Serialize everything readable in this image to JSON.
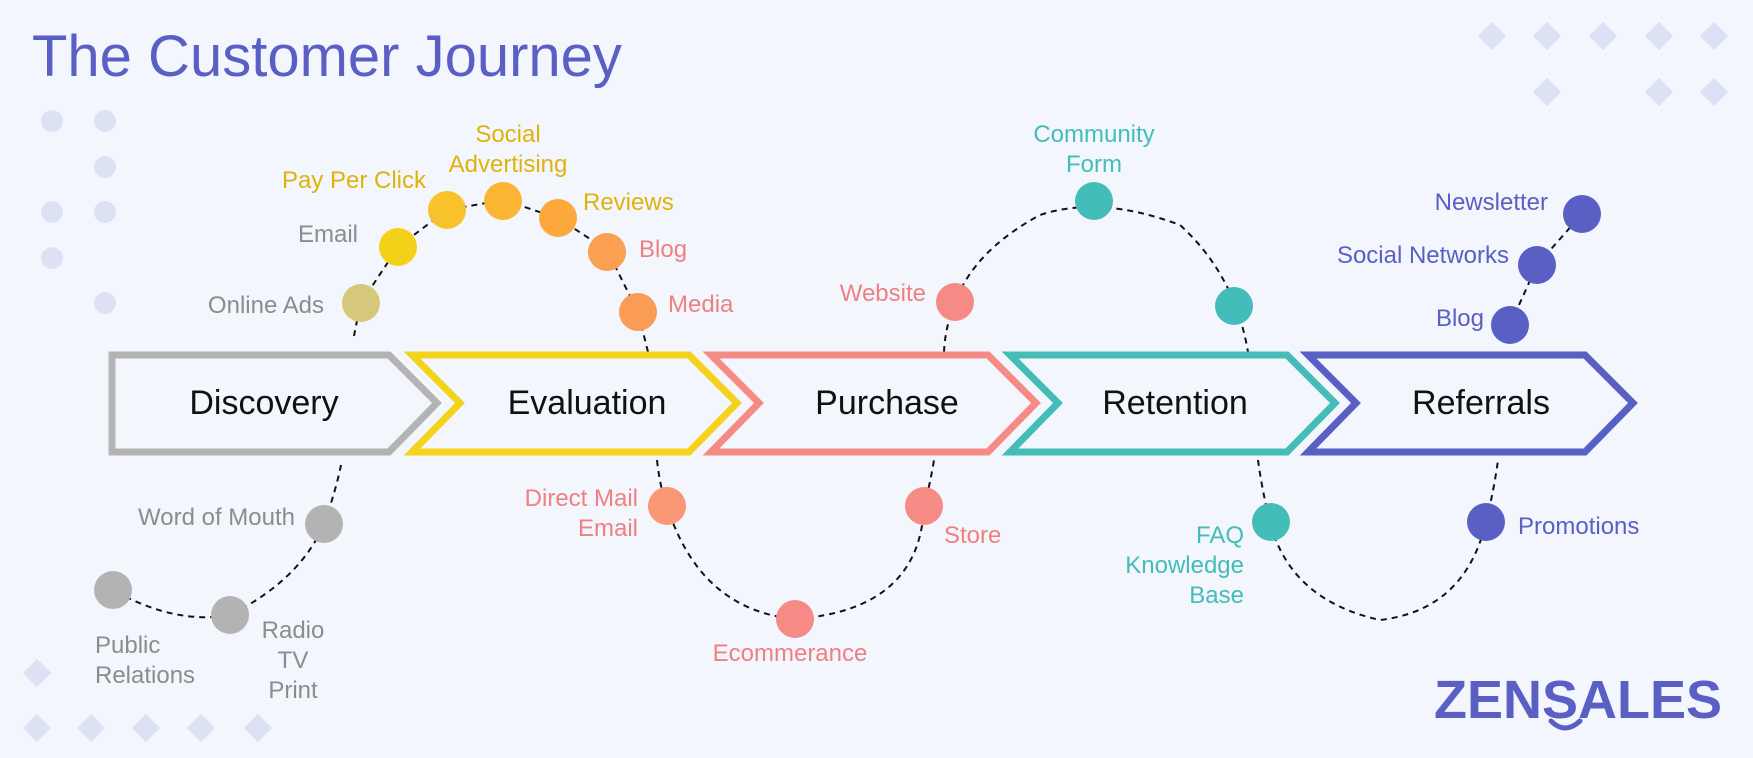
{
  "title": "The Customer Journey",
  "brand": {
    "name": "ZENSALES",
    "color": "#5a5fc4"
  },
  "colors": {
    "background": "#f3f6fd",
    "title": "#5a5fc4",
    "decor": "#dde1f4",
    "gray": "#b3b3b3",
    "gray_text": "#8c8c8c",
    "yellow": "#f4d31c",
    "gold_text": "#e0b20a",
    "salmon": "#f68b85",
    "salmon_text": "#f08080",
    "teal": "#44bdb8",
    "indigo": "#5a5fc4",
    "dash": "#111111"
  },
  "stages": [
    {
      "label": "Discovery",
      "color": "#b3b3b3"
    },
    {
      "label": "Evaluation",
      "color": "#f4d31c"
    },
    {
      "label": "Purchase",
      "color": "#f68b85"
    },
    {
      "label": "Retention",
      "color": "#44bdb8"
    },
    {
      "label": "Referrals",
      "color": "#5a5fc4"
    }
  ],
  "touchpoints": {
    "online_ads": "Online Ads",
    "email": "Email",
    "pay_per_click": "Pay Per Click",
    "social_advertising": [
      "Social",
      "Advertising"
    ],
    "reviews": "Reviews",
    "blog_evaluation": "Blog",
    "media": "Media",
    "word_of_mouth": "Word of Mouth",
    "public_relations": [
      "Public",
      "Relations"
    ],
    "radio_tv_print": [
      "Radio",
      "TV",
      "Print"
    ],
    "direct_mail_email": [
      "Direct Mail",
      "Email"
    ],
    "ecommerance": "Ecommerance",
    "store": "Store",
    "website": "Website",
    "community_form": [
      "Community",
      "Form"
    ],
    "faq_knowledge_base": [
      "FAQ",
      "Knowledge",
      "Base"
    ],
    "newsletter": "Newsletter",
    "social_networks": "Social Networks",
    "blog_referrals": "Blog",
    "promotions": "Promotions"
  }
}
